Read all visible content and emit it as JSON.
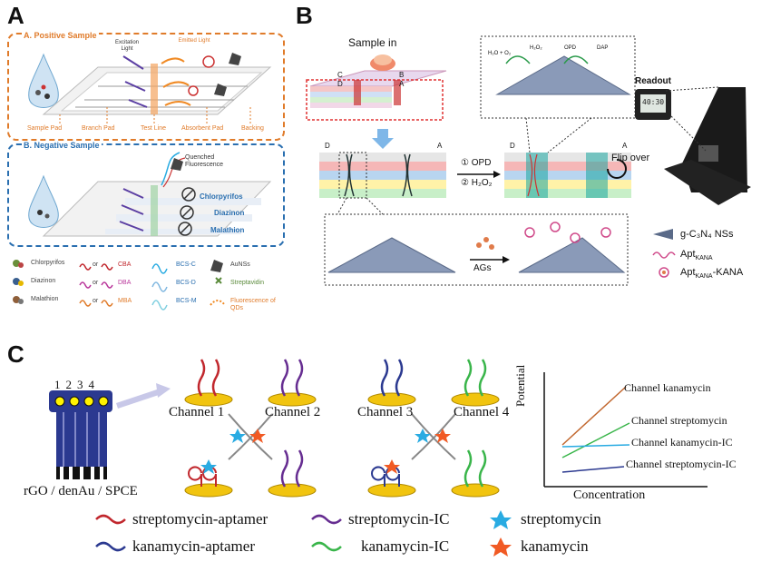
{
  "panels": {
    "a": "A",
    "b": "B",
    "c": "C"
  },
  "panel_a": {
    "positive_title": "A. Positive Sample",
    "negative_title": "B. Negative Sample",
    "excitation_light": "Excitation Light",
    "emitted_light": "Emitted Light",
    "strip_labels": [
      "Sample Pad",
      "Branch Pad",
      "Test Line",
      "Absorbent Pad",
      "Backing"
    ],
    "quenched": "Quenched Fluorescence",
    "pesticides": [
      "Chlorpyrifos",
      "Diazinon",
      "Malathion"
    ],
    "legend": {
      "col1": [
        "Chlorpyrifos",
        "Diazinon",
        "Malathion"
      ],
      "col2": [
        "CBA",
        "DBA",
        "MBA"
      ],
      "or_label": "or",
      "col3": [
        "BCS-C",
        "BCS-D",
        "BCS-M"
      ],
      "col4": [
        "AuNSs",
        "Streptavidin",
        "Fluorescence of QDs"
      ]
    },
    "colors": {
      "positive": "#e07b2a",
      "negative": "#2a6fb0"
    }
  },
  "panel_b": {
    "sample_in": "Sample in",
    "corner_labels": [
      "C",
      "B",
      "D",
      "A"
    ],
    "step1": "① OPD",
    "step2": "② H₂O₂",
    "flip_over": "Flip over",
    "readout": "Readout",
    "readout_value": "40:30",
    "inset_labels": [
      "H₂O + O₂",
      "H₂O₂",
      "OPD",
      "DAP"
    ],
    "ags": "AGs",
    "legend": [
      "g-C₃N₄ NSs",
      "Apt",
      "Apt"
    ],
    "legend_sub": "KANA",
    "legend_suffix": "-KANA"
  },
  "panel_c": {
    "electrode_numbers": [
      "1",
      "2",
      "3",
      "4"
    ],
    "electrode_label": "rGO / denAu / SPCE",
    "channels": [
      "Channel 1",
      "Channel 2",
      "Channel 3",
      "Channel 4"
    ],
    "graph": {
      "y_axis": "Potential",
      "x_axis": "Concentration",
      "lines": [
        "Channel kanamycin",
        "Channel streptomycin",
        "Channel kanamycin-IC",
        "Channel streptomycin-IC"
      ]
    },
    "legend": [
      [
        "streptomycin-aptamer",
        "streptomycin-IC",
        "streptomycin"
      ],
      [
        "kanamycin-aptamer",
        "kanamycin-IC",
        "kanamycin"
      ]
    ],
    "colors": {
      "streptomycin_aptamer": "#c1272d",
      "kanamycin_aptamer": "#2b3990",
      "streptomycin_ic": "#662d91",
      "kanamycin_ic": "#39b54a",
      "streptomycin": "#29abe2",
      "kanamycin": "#f15a24"
    }
  }
}
